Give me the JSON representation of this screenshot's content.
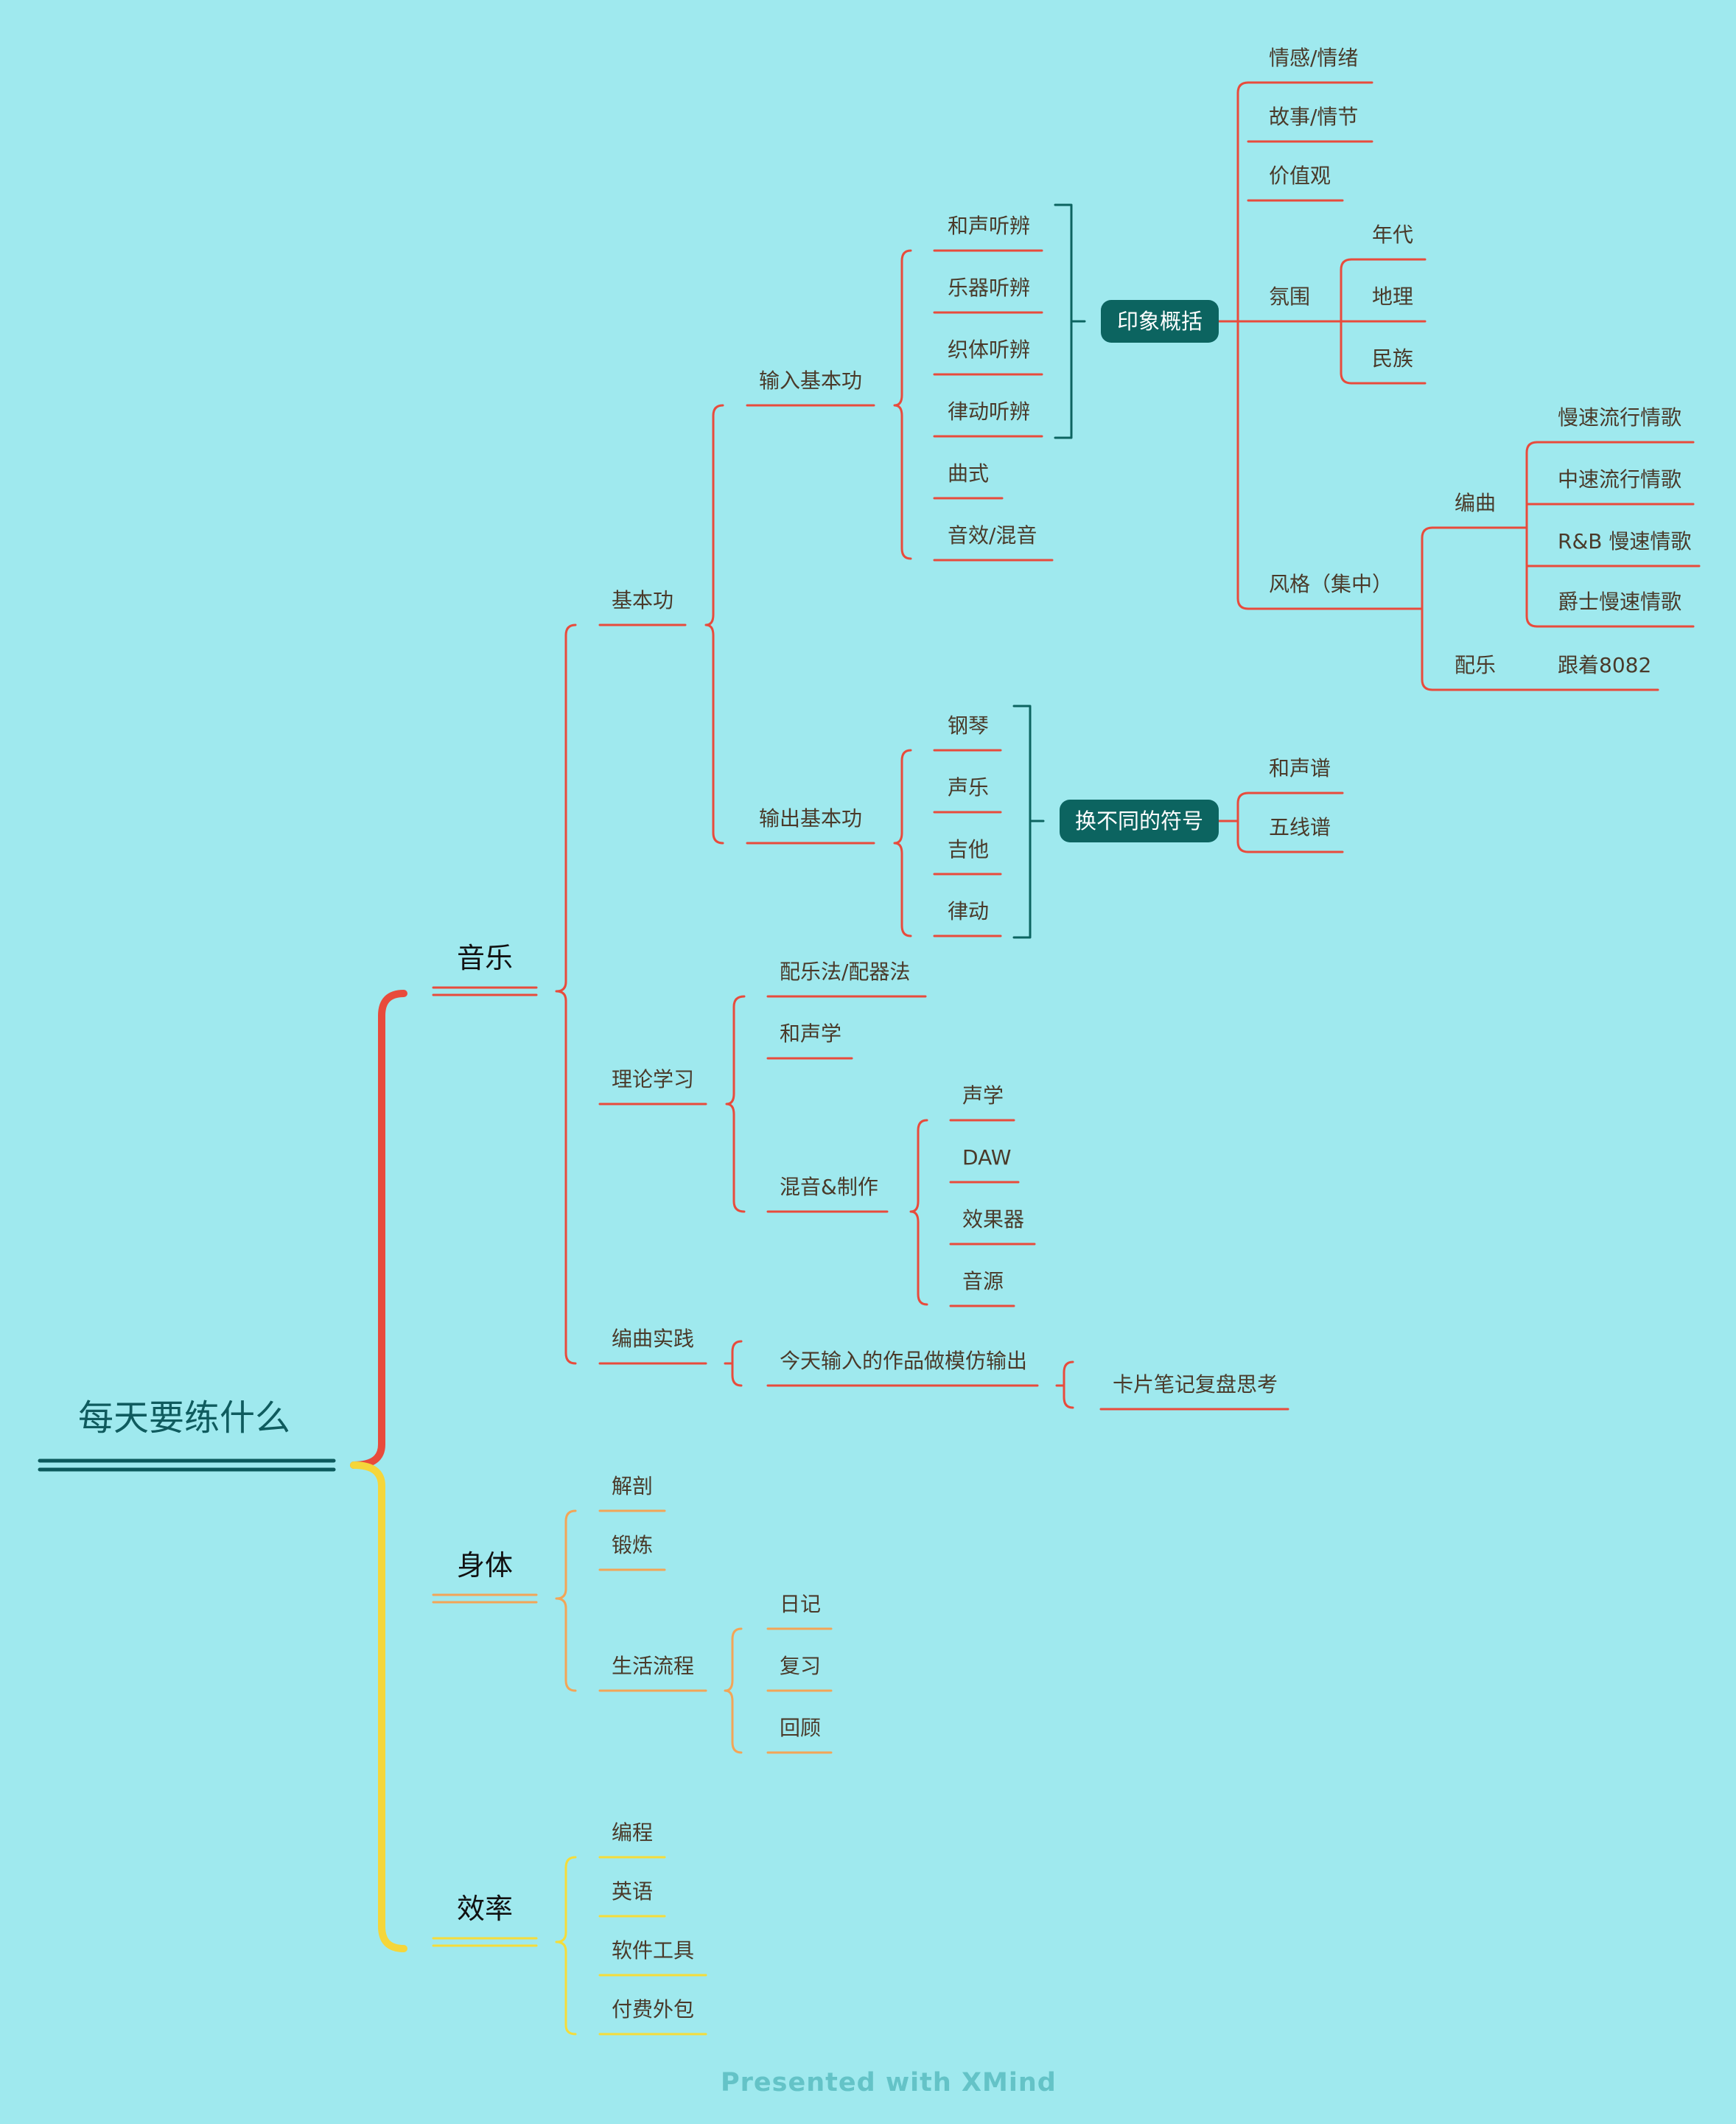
{
  "root": "每天要练什么",
  "colors": {
    "background": "#9FE9EE",
    "music": "#E84B3C",
    "body": "#F3A557",
    "efficiency": "#F5DC3A",
    "dark": "#0C6460",
    "root": "#0F5B5E"
  },
  "music": {
    "label": "音乐",
    "basics": {
      "label": "基本功",
      "input": {
        "label": "输入基本功",
        "items": [
          "和声听辨",
          "乐器听辨",
          "织体听辨",
          "律动听辨",
          "曲式",
          "音效/混音"
        ],
        "summary": "印象概括",
        "aspects": {
          "emotion": "情感/情绪",
          "story": "故事/情节",
          "values": "价值观",
          "atmosphere": {
            "label": "氛围",
            "items": [
              "年代",
              "地理",
              "民族"
            ]
          },
          "style": {
            "label": "风格（集中）",
            "arrange": {
              "label": "编曲",
              "items": [
                "慢速流行情歌",
                "中速流行情歌",
                "R&B 慢速情歌",
                "爵士慢速情歌"
              ]
            },
            "score": {
              "label": "配乐",
              "item": "跟着8082"
            }
          }
        }
      },
      "output": {
        "label": "输出基本功",
        "items": [
          "钢琴",
          "声乐",
          "吉他",
          "律动"
        ],
        "summary": "换不同的符号",
        "notations": [
          "和声谱",
          "五线谱"
        ]
      }
    },
    "theory": {
      "label": "理论学习",
      "orchestration": "配乐法/配器法",
      "harmony": "和声学",
      "mixing": {
        "label": "混音&制作",
        "items": [
          "声学",
          "DAW",
          "效果器",
          "音源"
        ]
      }
    },
    "practice": {
      "label": "编曲实践",
      "item": "今天输入的作品做模仿输出",
      "sub": "卡片笔记复盘思考"
    }
  },
  "body_branch": {
    "label": "身体",
    "anatomy": "解剖",
    "exercise": "锻炼",
    "life": {
      "label": "生活流程",
      "items": [
        "日记",
        "复习",
        "回顾"
      ]
    }
  },
  "efficiency": {
    "label": "效率",
    "items": [
      "编程",
      "英语",
      "软件工具",
      "付费外包"
    ]
  },
  "footer": "Presented with XMind"
}
